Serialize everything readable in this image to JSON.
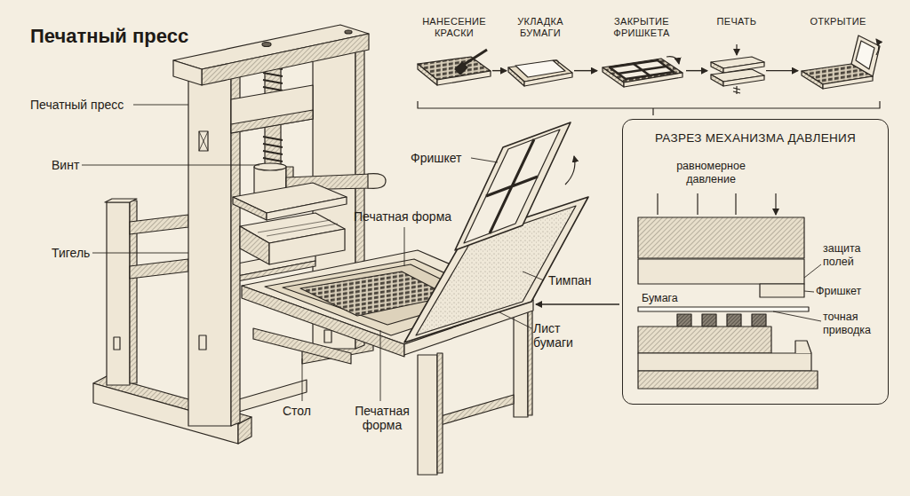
{
  "diagram": {
    "title": "Печатный пресс",
    "nodes": [
      {
        "text": [
          "НАНЕСЕНИЕ КРАСКИ"
        ]
      },
      {
        "text": [
          "УКЛАДКА БУМАГИ"
        ]
      },
      {
        "text": [
          "ЗАКРЫТИЕ ФРИШКЕТА"
        ]
      },
      {
        "text": [
          "ПЕЧАТЬ"
        ]
      },
      {
        "text": [
          "ОТКРЫТИЕ"
        ]
      },
      {
        "text": [
          "РАЗРЕЗ МЕХАНИЗМА ДАВЛЕНИЯ"
        ]
      }
    ],
    "edges": [
      {
        "from": 0,
        "to": 1,
        "arrow": "to"
      },
      {
        "from": 1,
        "to": 2,
        "arrow": "to"
      },
      {
        "from": 2,
        "to": 3,
        "arrow": "to"
      },
      {
        "from": 3,
        "to": 4,
        "arrow": "to"
      }
    ],
    "labels": [
      "Печатный пресс",
      "Винт",
      "Тигель",
      "Фришкет",
      "Печатная форма",
      "Тимпан",
      "Лист бумаги",
      "Стол",
      "Печатная форма",
      "равномерное давление",
      "защита полей",
      "Фришкет",
      "Бумага",
      "точная приводка"
    ]
  }
}
